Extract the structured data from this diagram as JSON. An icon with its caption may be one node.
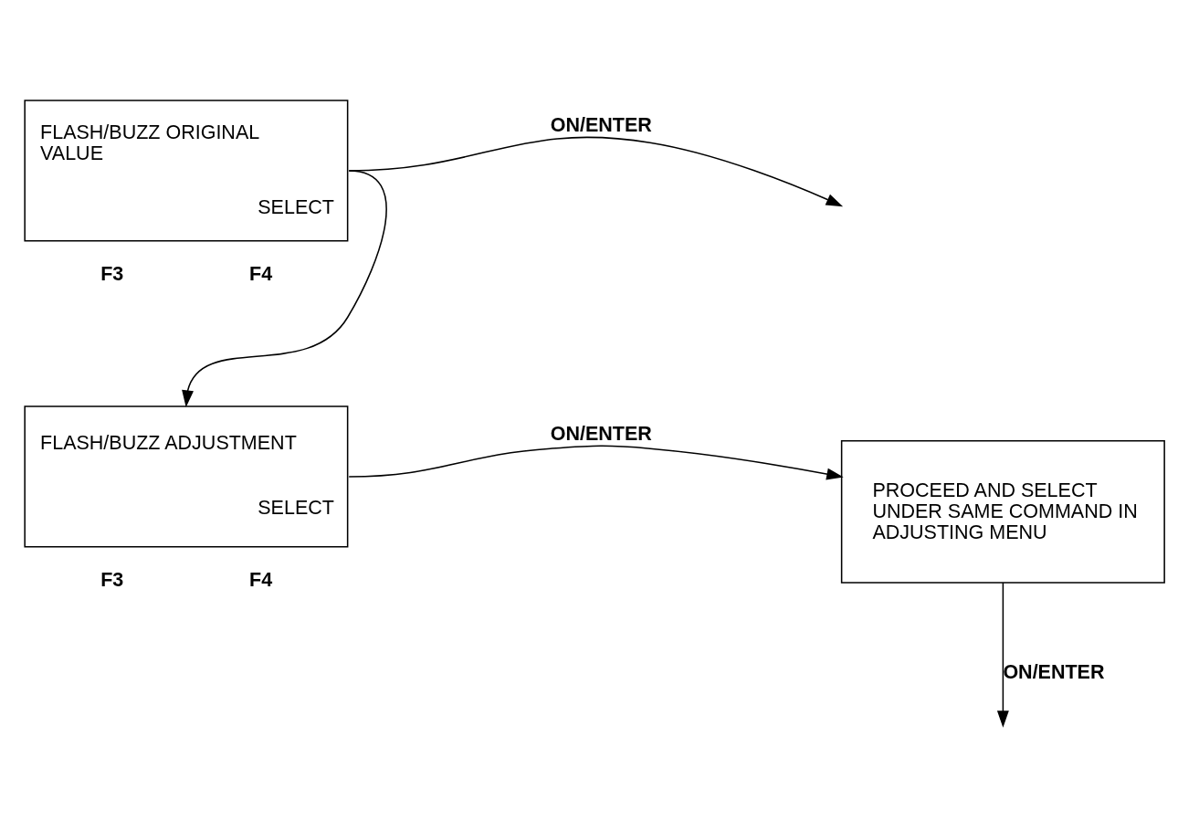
{
  "diagram": {
    "nodes": [
      {
        "text": [
          "FLASH/BUZZ ORIGINAL VALUE",
          "SELECT"
        ],
        "beside": [
          "F3",
          "F4"
        ]
      },
      {
        "text": [
          "FLASH/BUZZ ADJUSTMENT",
          "SELECT"
        ],
        "beside": [
          "F3",
          "F4"
        ]
      },
      {
        "text": [
          "PROCEED AND SELECT UNDER SAME COMMAND IN ADJUSTING MENU"
        ]
      }
    ],
    "edges": [
      {
        "from": 0,
        "to": null,
        "arrow": "to",
        "label": "ON/ENTER"
      },
      {
        "from": 0,
        "to": 1,
        "arrow": "to"
      },
      {
        "from": 1,
        "to": 2,
        "arrow": "to",
        "label": "ON/ENTER"
      },
      {
        "from": 2,
        "to": null,
        "arrow": "to",
        "label": "ON/ENTER"
      }
    ]
  }
}
